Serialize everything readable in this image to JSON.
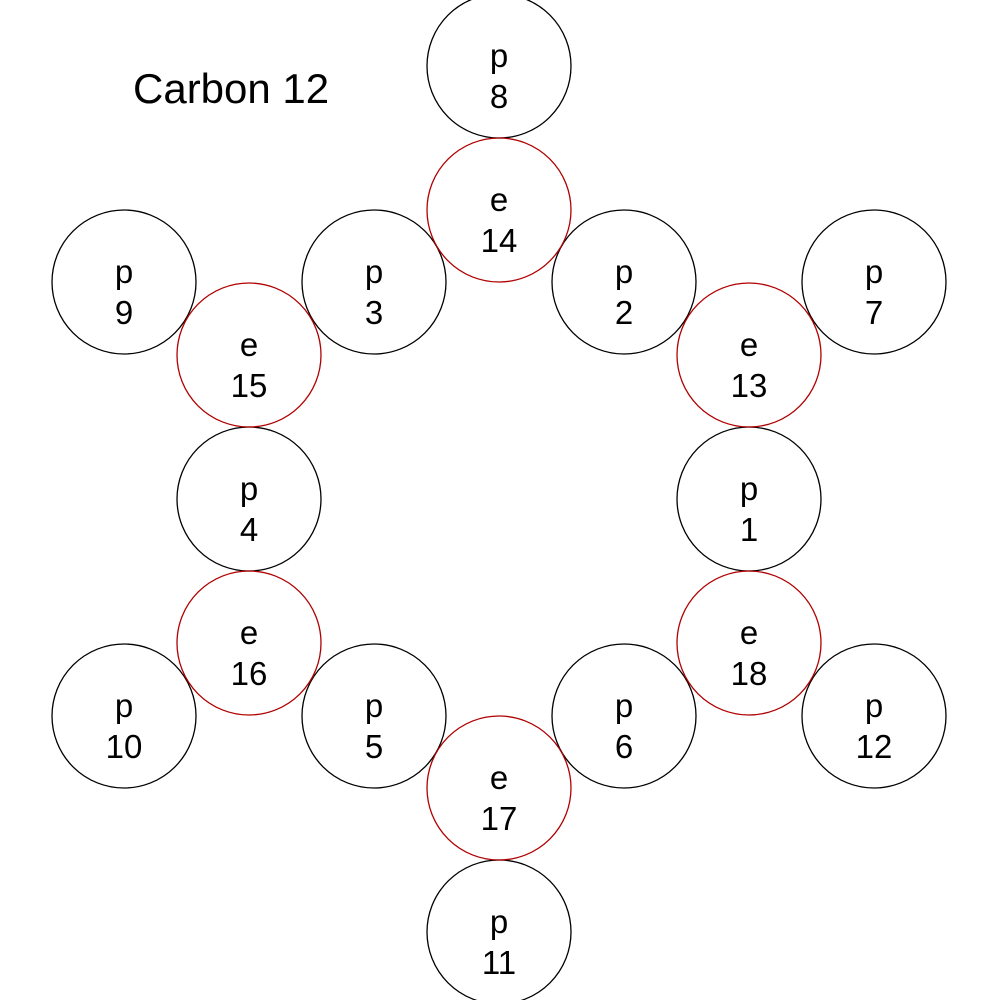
{
  "title": "Carbon 12",
  "colors": {
    "proton_stroke": "#000000",
    "electron_stroke": "#b00000",
    "text": "#000000",
    "background": "#ffffff"
  },
  "particles": [
    {
      "id": "p1",
      "type": "proton",
      "symbol": "p",
      "number": "1"
    },
    {
      "id": "p2",
      "type": "proton",
      "symbol": "p",
      "number": "2"
    },
    {
      "id": "p3",
      "type": "proton",
      "symbol": "p",
      "number": "3"
    },
    {
      "id": "p4",
      "type": "proton",
      "symbol": "p",
      "number": "4"
    },
    {
      "id": "p5",
      "type": "proton",
      "symbol": "p",
      "number": "5"
    },
    {
      "id": "p6",
      "type": "proton",
      "symbol": "p",
      "number": "6"
    },
    {
      "id": "p7",
      "type": "proton",
      "symbol": "p",
      "number": "7"
    },
    {
      "id": "p8",
      "type": "proton",
      "symbol": "p",
      "number": "8"
    },
    {
      "id": "p9",
      "type": "proton",
      "symbol": "p",
      "number": "9"
    },
    {
      "id": "p10",
      "type": "proton",
      "symbol": "p",
      "number": "10"
    },
    {
      "id": "p11",
      "type": "proton",
      "symbol": "p",
      "number": "11"
    },
    {
      "id": "p12",
      "type": "proton",
      "symbol": "p",
      "number": "12"
    },
    {
      "id": "e13",
      "type": "electron",
      "symbol": "e",
      "number": "13"
    },
    {
      "id": "e14",
      "type": "electron",
      "symbol": "e",
      "number": "14"
    },
    {
      "id": "e15",
      "type": "electron",
      "symbol": "e",
      "number": "15"
    },
    {
      "id": "e16",
      "type": "electron",
      "symbol": "e",
      "number": "16"
    },
    {
      "id": "e17",
      "type": "electron",
      "symbol": "e",
      "number": "17"
    },
    {
      "id": "e18",
      "type": "electron",
      "symbol": "e",
      "number": "18"
    }
  ]
}
